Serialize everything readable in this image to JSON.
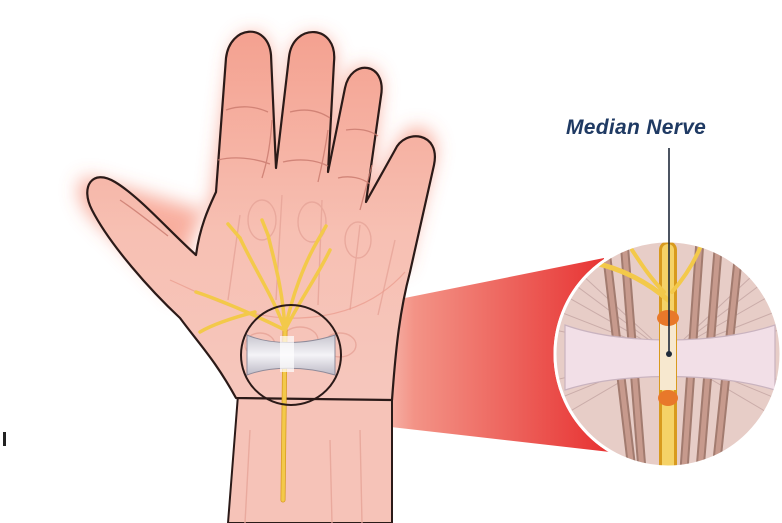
{
  "diagram": {
    "callout_label": "Median Nerve",
    "colors": {
      "skin": "#f6b1a4",
      "skin_shadow": "#e98f80",
      "outline": "#2b1a18",
      "nerve": "#f3c94a",
      "nerve_dark": "#d89a1e",
      "ligament": "#e9e4ec",
      "glow": "#f26b4e",
      "zoom_beam": "#e51f1f",
      "label": "#1f3a63"
    },
    "icons": [
      "hand-illustration",
      "median-nerve-illustration",
      "carpal-tunnel-highlight-circle",
      "magnified-carpal-tunnel-icon"
    ]
  }
}
